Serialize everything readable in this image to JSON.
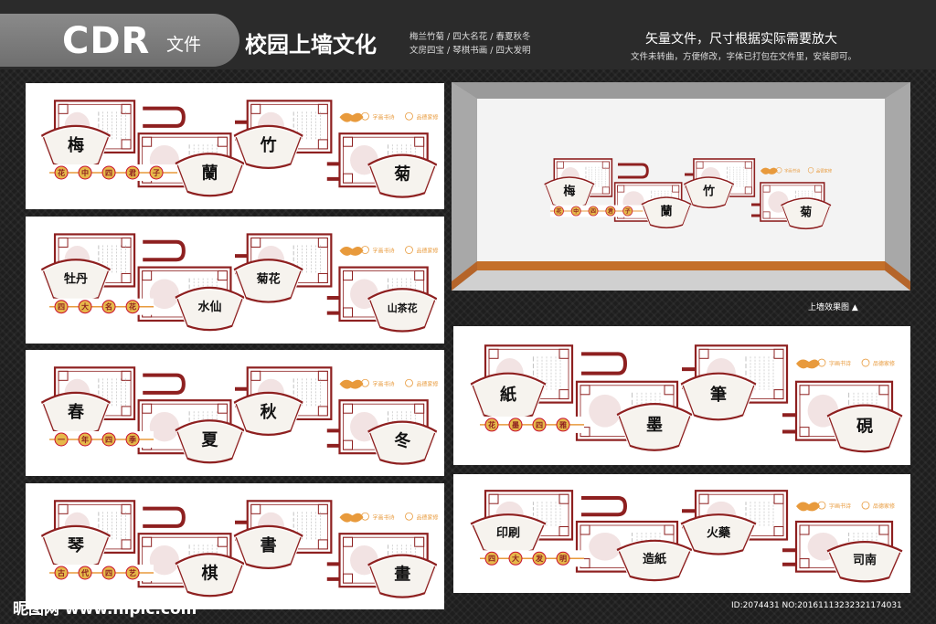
{
  "header": {
    "logo": "CDR",
    "file_label": "文件",
    "title": "校园上墙文化",
    "tags_line1": "梅兰竹菊 / 四大名花 / 春夏秋冬",
    "tags_line2": "文房四宝 / 琴棋书画 / 四大发明",
    "note_line1": "矢量文件，尺寸根据实际需要放大",
    "note_line2": "文件未转曲，方便修改，字体已打包在文件里，安装即可。"
  },
  "colors": {
    "frame": "#8e2020",
    "accent": "#c8102e",
    "orange": "#e89a3c",
    "gold": "#e6b84a"
  },
  "panels": [
    {
      "id": "plum",
      "labels": [
        "梅",
        "蘭",
        "竹",
        "菊"
      ],
      "subtitle": [
        "花",
        "中",
        "四",
        "君",
        "子"
      ],
      "seal": [
        "字画书诗",
        "品德家修"
      ]
    },
    {
      "id": "flowers",
      "labels": [
        "牡丹",
        "水仙",
        "菊花",
        "山茶花"
      ],
      "subtitle": [
        "四",
        "大",
        "名",
        "花"
      ],
      "seal": [
        "字画书诗",
        "品德家修"
      ]
    },
    {
      "id": "seasons",
      "labels": [
        "春",
        "夏",
        "秋",
        "冬"
      ],
      "subtitle": [
        "一",
        "年",
        "四",
        "季"
      ],
      "seal": [
        "字画书诗",
        "品德家修"
      ]
    },
    {
      "id": "arts",
      "labels": [
        "琴",
        "棋",
        "書",
        "畫"
      ],
      "subtitle": [
        "古",
        "代",
        "四",
        "艺"
      ],
      "seal": [
        "字画书诗",
        "品德家修"
      ]
    },
    {
      "id": "study",
      "labels": [
        "紙",
        "墨",
        "筆",
        "硯"
      ],
      "subtitle": [
        "花",
        "墨",
        "四",
        "雅"
      ],
      "seal": [
        "字画书诗",
        "品德家修"
      ]
    },
    {
      "id": "inventions",
      "labels": [
        "印刷",
        "造紙",
        "火藥",
        "司南"
      ],
      "subtitle": [
        "四",
        "大",
        "发",
        "明"
      ],
      "seal": [
        "字画书诗",
        "品德家修"
      ]
    }
  ],
  "room": {
    "labels": [
      "梅",
      "蘭",
      "竹",
      "菊"
    ],
    "subtitle": [
      "花",
      "中",
      "四",
      "君",
      "子"
    ],
    "caption": "上墙效果图 ▲"
  },
  "footer": {
    "logo": "昵图网 www.nipic.com",
    "id": "ID:2074431 NO:20161113232321174031"
  }
}
